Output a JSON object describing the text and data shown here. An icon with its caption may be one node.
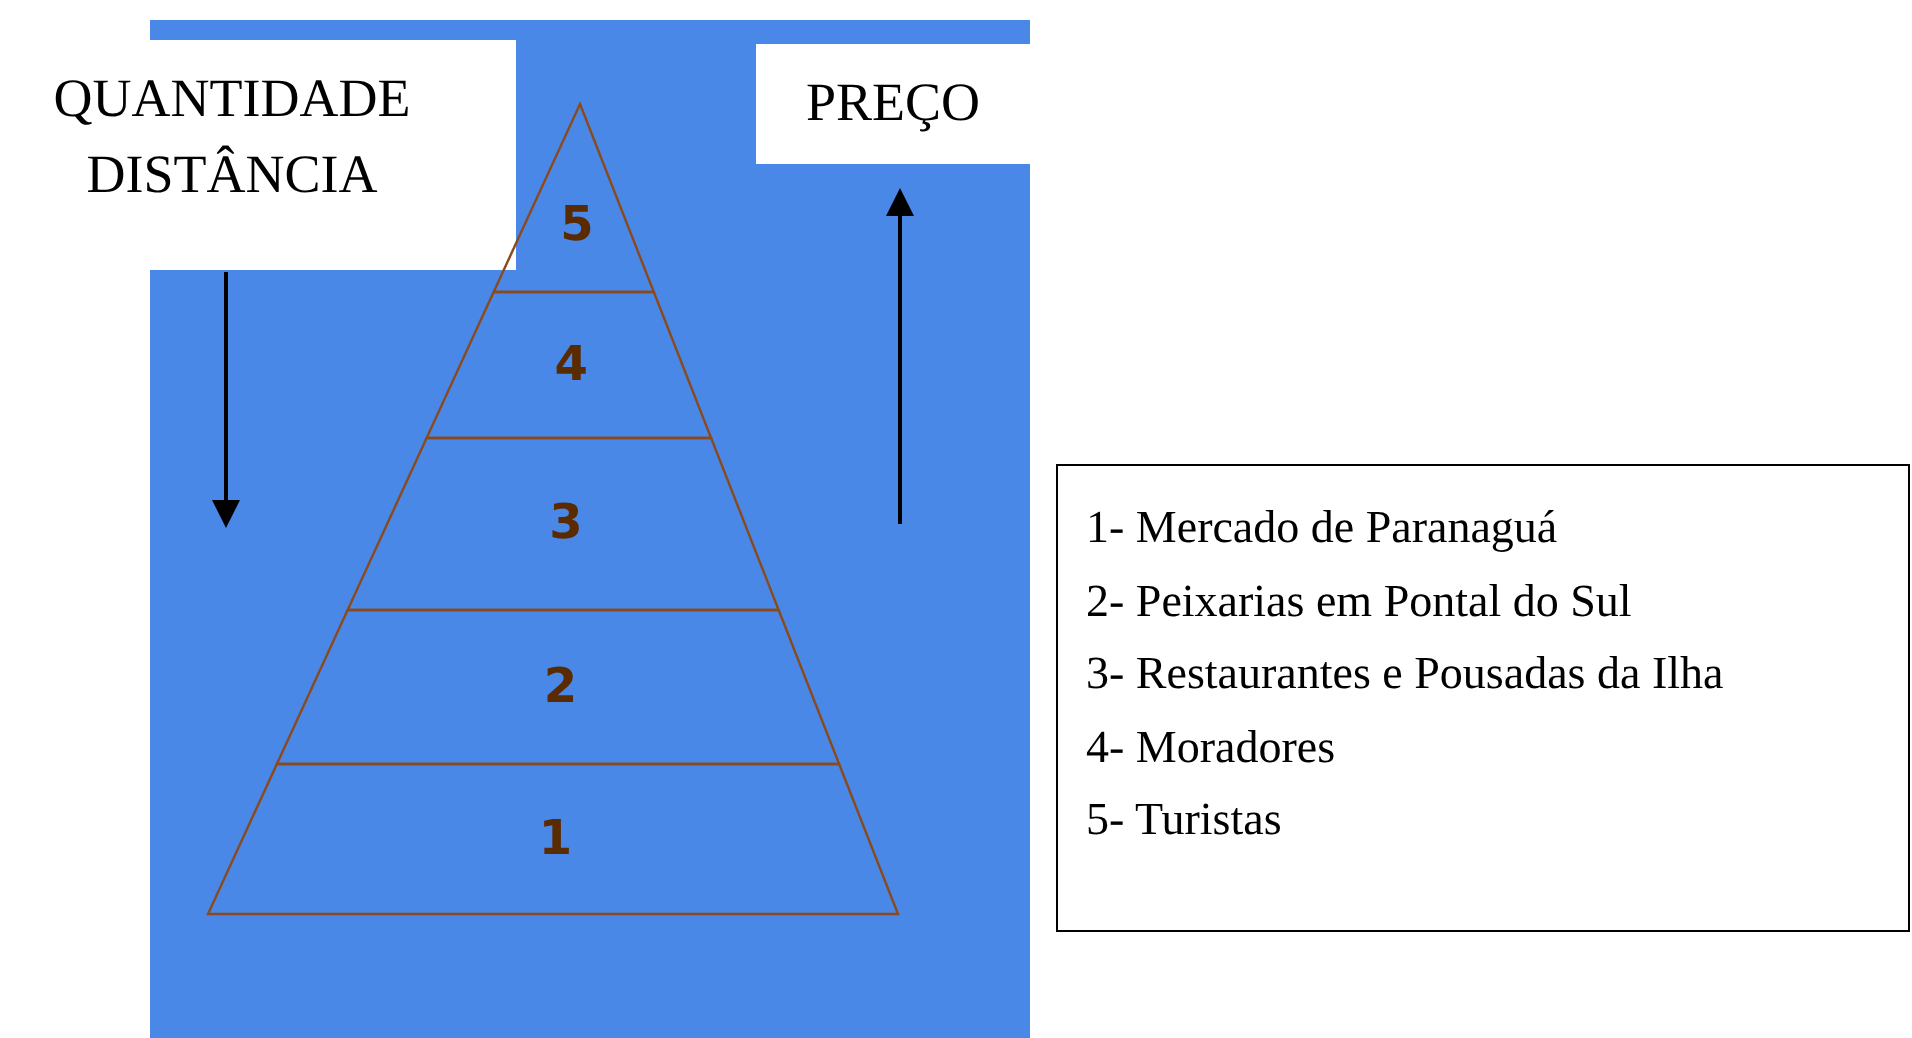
{
  "diagram": {
    "nodes": [
      {
        "text": [
          "5"
        ]
      },
      {
        "text": [
          "4"
        ]
      },
      {
        "text": [
          "3"
        ]
      },
      {
        "text": [
          "2"
        ]
      },
      {
        "text": [
          "1"
        ]
      },
      {
        "text": [
          "1- Mercado de Paranaguá",
          "2- Peixarias em Pontal do Sul",
          "3- Restaurantes e Pousadas da Ilha",
          "4- Moradores",
          "5- Turistas"
        ]
      }
    ],
    "labels": [
      "QUANTIDADE",
      "DISTÂNCIA",
      "PREÇO"
    ]
  }
}
